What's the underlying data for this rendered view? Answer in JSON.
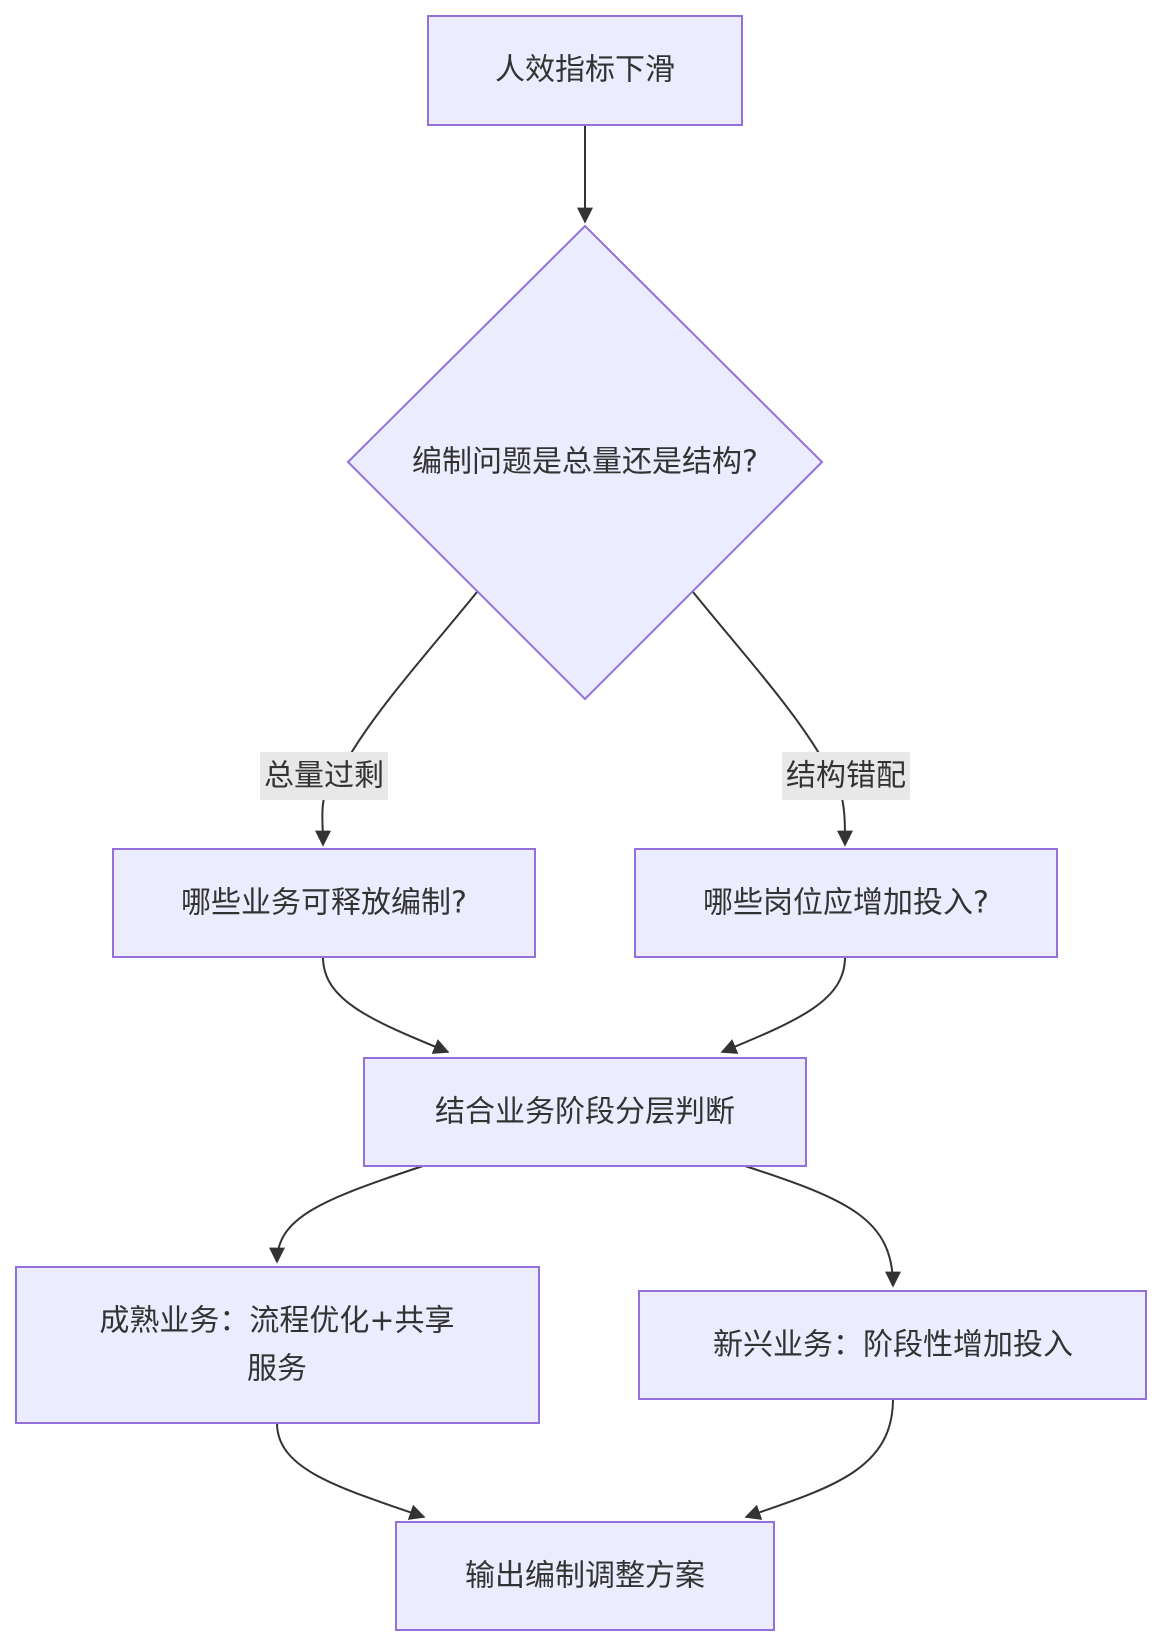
{
  "diagram": {
    "nodes": {
      "start": "人效指标下滑",
      "decision": "编制问题是总量还是结构?",
      "release": "哪些业务可释放编制?",
      "invest": "哪些岗位应增加投入?",
      "judge": "结合业务阶段分层判断",
      "mature": {
        "line1": "成熟业务：流程优化+共享",
        "line2": "服务"
      },
      "emerging": "新兴业务：阶段性增加投入",
      "output": "输出编制调整方案"
    },
    "edge_labels": {
      "total_excess": "总量过剩",
      "structure_mismatch": "结构错配"
    },
    "colors": {
      "node_fill": "#ECECFF",
      "node_stroke": "#9370DB",
      "edge": "#333333",
      "label_bg": "#E8E8E8",
      "text": "#333333"
    }
  }
}
